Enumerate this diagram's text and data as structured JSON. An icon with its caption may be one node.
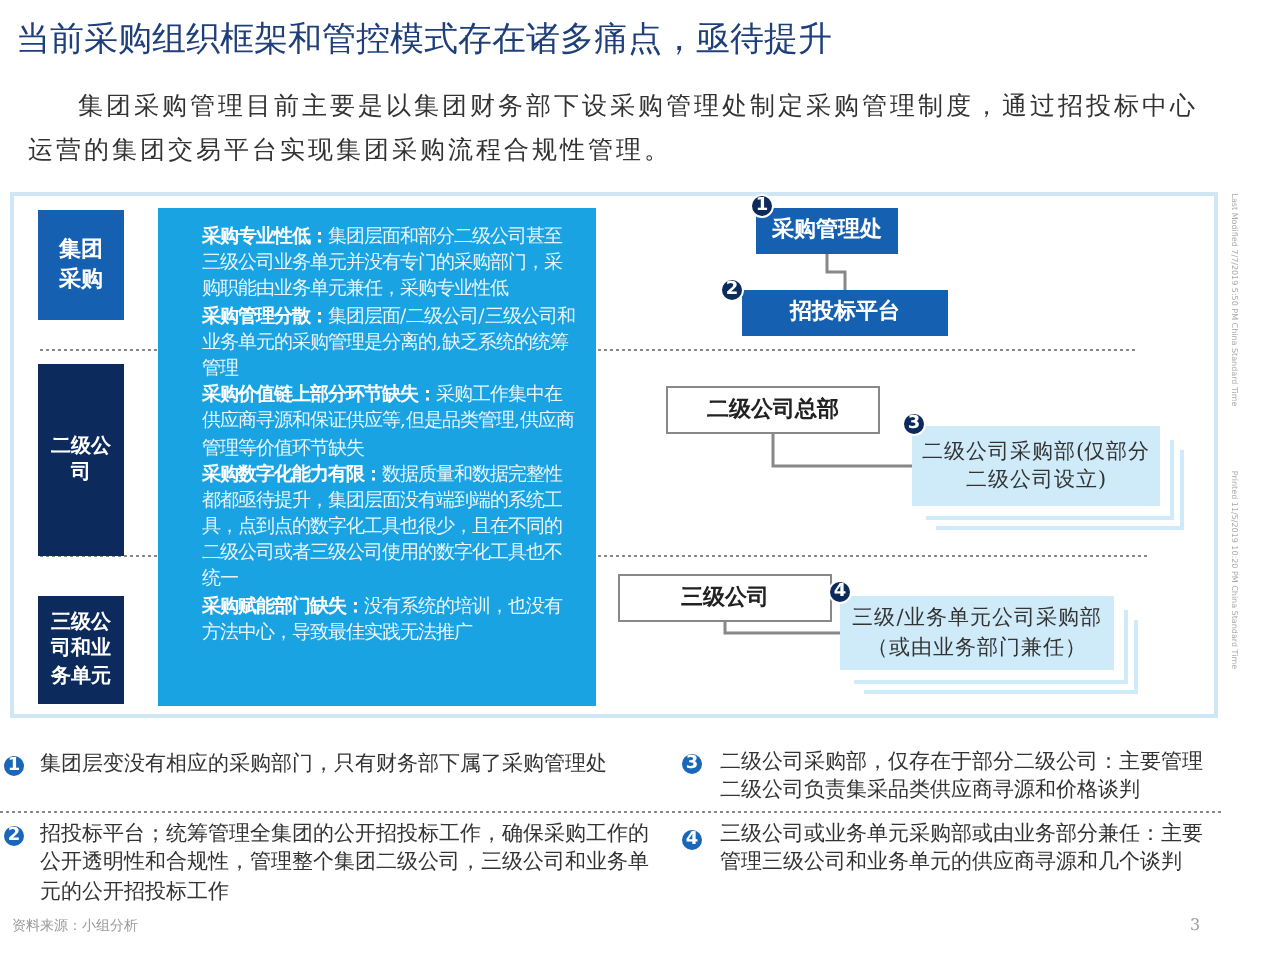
{
  "diagram": {
    "title": "当前采购组织框架和管控模式存在诸多痛点，亟待提升",
    "nodes": [
      {
        "text": [
          "集团采购"
        ]
      },
      {
        "text": [
          "二级公司"
        ]
      },
      {
        "text": [
          "三级公司和业务单元"
        ]
      },
      {
        "text": [
          "**采购专业性低：**集团层面和部分二级公司甚至三级公司业务单元并没有专门的采购部门，采购职能由业务单元兼任，采购专业性低",
          "**采购管理分散：**集团层面/二级公司/三级公司和业务单元的采购管理是分离的,缺乏系统的统筹管理",
          "**采购价值链上部分环节缺失：**采购工作集中在供应商寻源和保证供应等,但是品类管理,供应商管理等价值环节缺失",
          "**采购数字化能力有限：**数据质量和数据完整性都都亟待提升，集团层面没有端到端的系统工具，点到点的数字化工具也很少，且在不同的二级公司或者三级公司使用的数字化工具也不统一",
          "**采购赋能部门缺失：**没有系统的培训，也没有方法中心，导致最佳实践无法推广"
        ]
      },
      {
        "text": [
          "采购管理处"
        ]
      },
      {
        "text": [
          "招投标平台"
        ]
      },
      {
        "text": [
          "二级公司总部"
        ]
      },
      {
        "text": [
          "二级公司采购部(仅部分二级公司设立)"
        ]
      },
      {
        "text": [
          "三级公司"
        ]
      },
      {
        "text": [
          "三级/业务单元公司采购部（或由业务部门兼任）"
        ]
      }
    ],
    "edges": [
      {
        "from": 4,
        "to": 5,
        "arrow": "none"
      },
      {
        "from": 6,
        "to": 7,
        "arrow": "none"
      },
      {
        "from": 8,
        "to": 9,
        "arrow": "none"
      }
    ],
    "labels": [
      "集团采购管理目前主要是以集团财务部下设采购管理处制定采购管理制度，通过招投标中心运营的集团交易平台实现集团采购流程合规性管理。",
      "1",
      "2",
      "3",
      "4",
      "1",
      "集团层变没有相应的采购部门，只有财务部下属了采购管理处",
      "3",
      "二级公司采购部，仅存在于部分二级公司：主要管理二级公司负责集采品类供应商寻源和价格谈判",
      "2",
      "招投标平台；统筹管理全集团的公开招投标工作，确保采购工作的公开透明性和合规性，管理整个集团二级公司，三级公司和业务单元的公开招投标工作",
      "4",
      "三级公司或业务单元采购部或由业务部分兼任：主要管理三级公司和业务单元的供应商寻源和几个谈判",
      "资料来源：小组分析",
      "3",
      "Last Modified 7/7/2019 5:50 PM China Standard Time",
      "Printed 11/5/2019 10:20 PM China Standard Time"
    ]
  }
}
